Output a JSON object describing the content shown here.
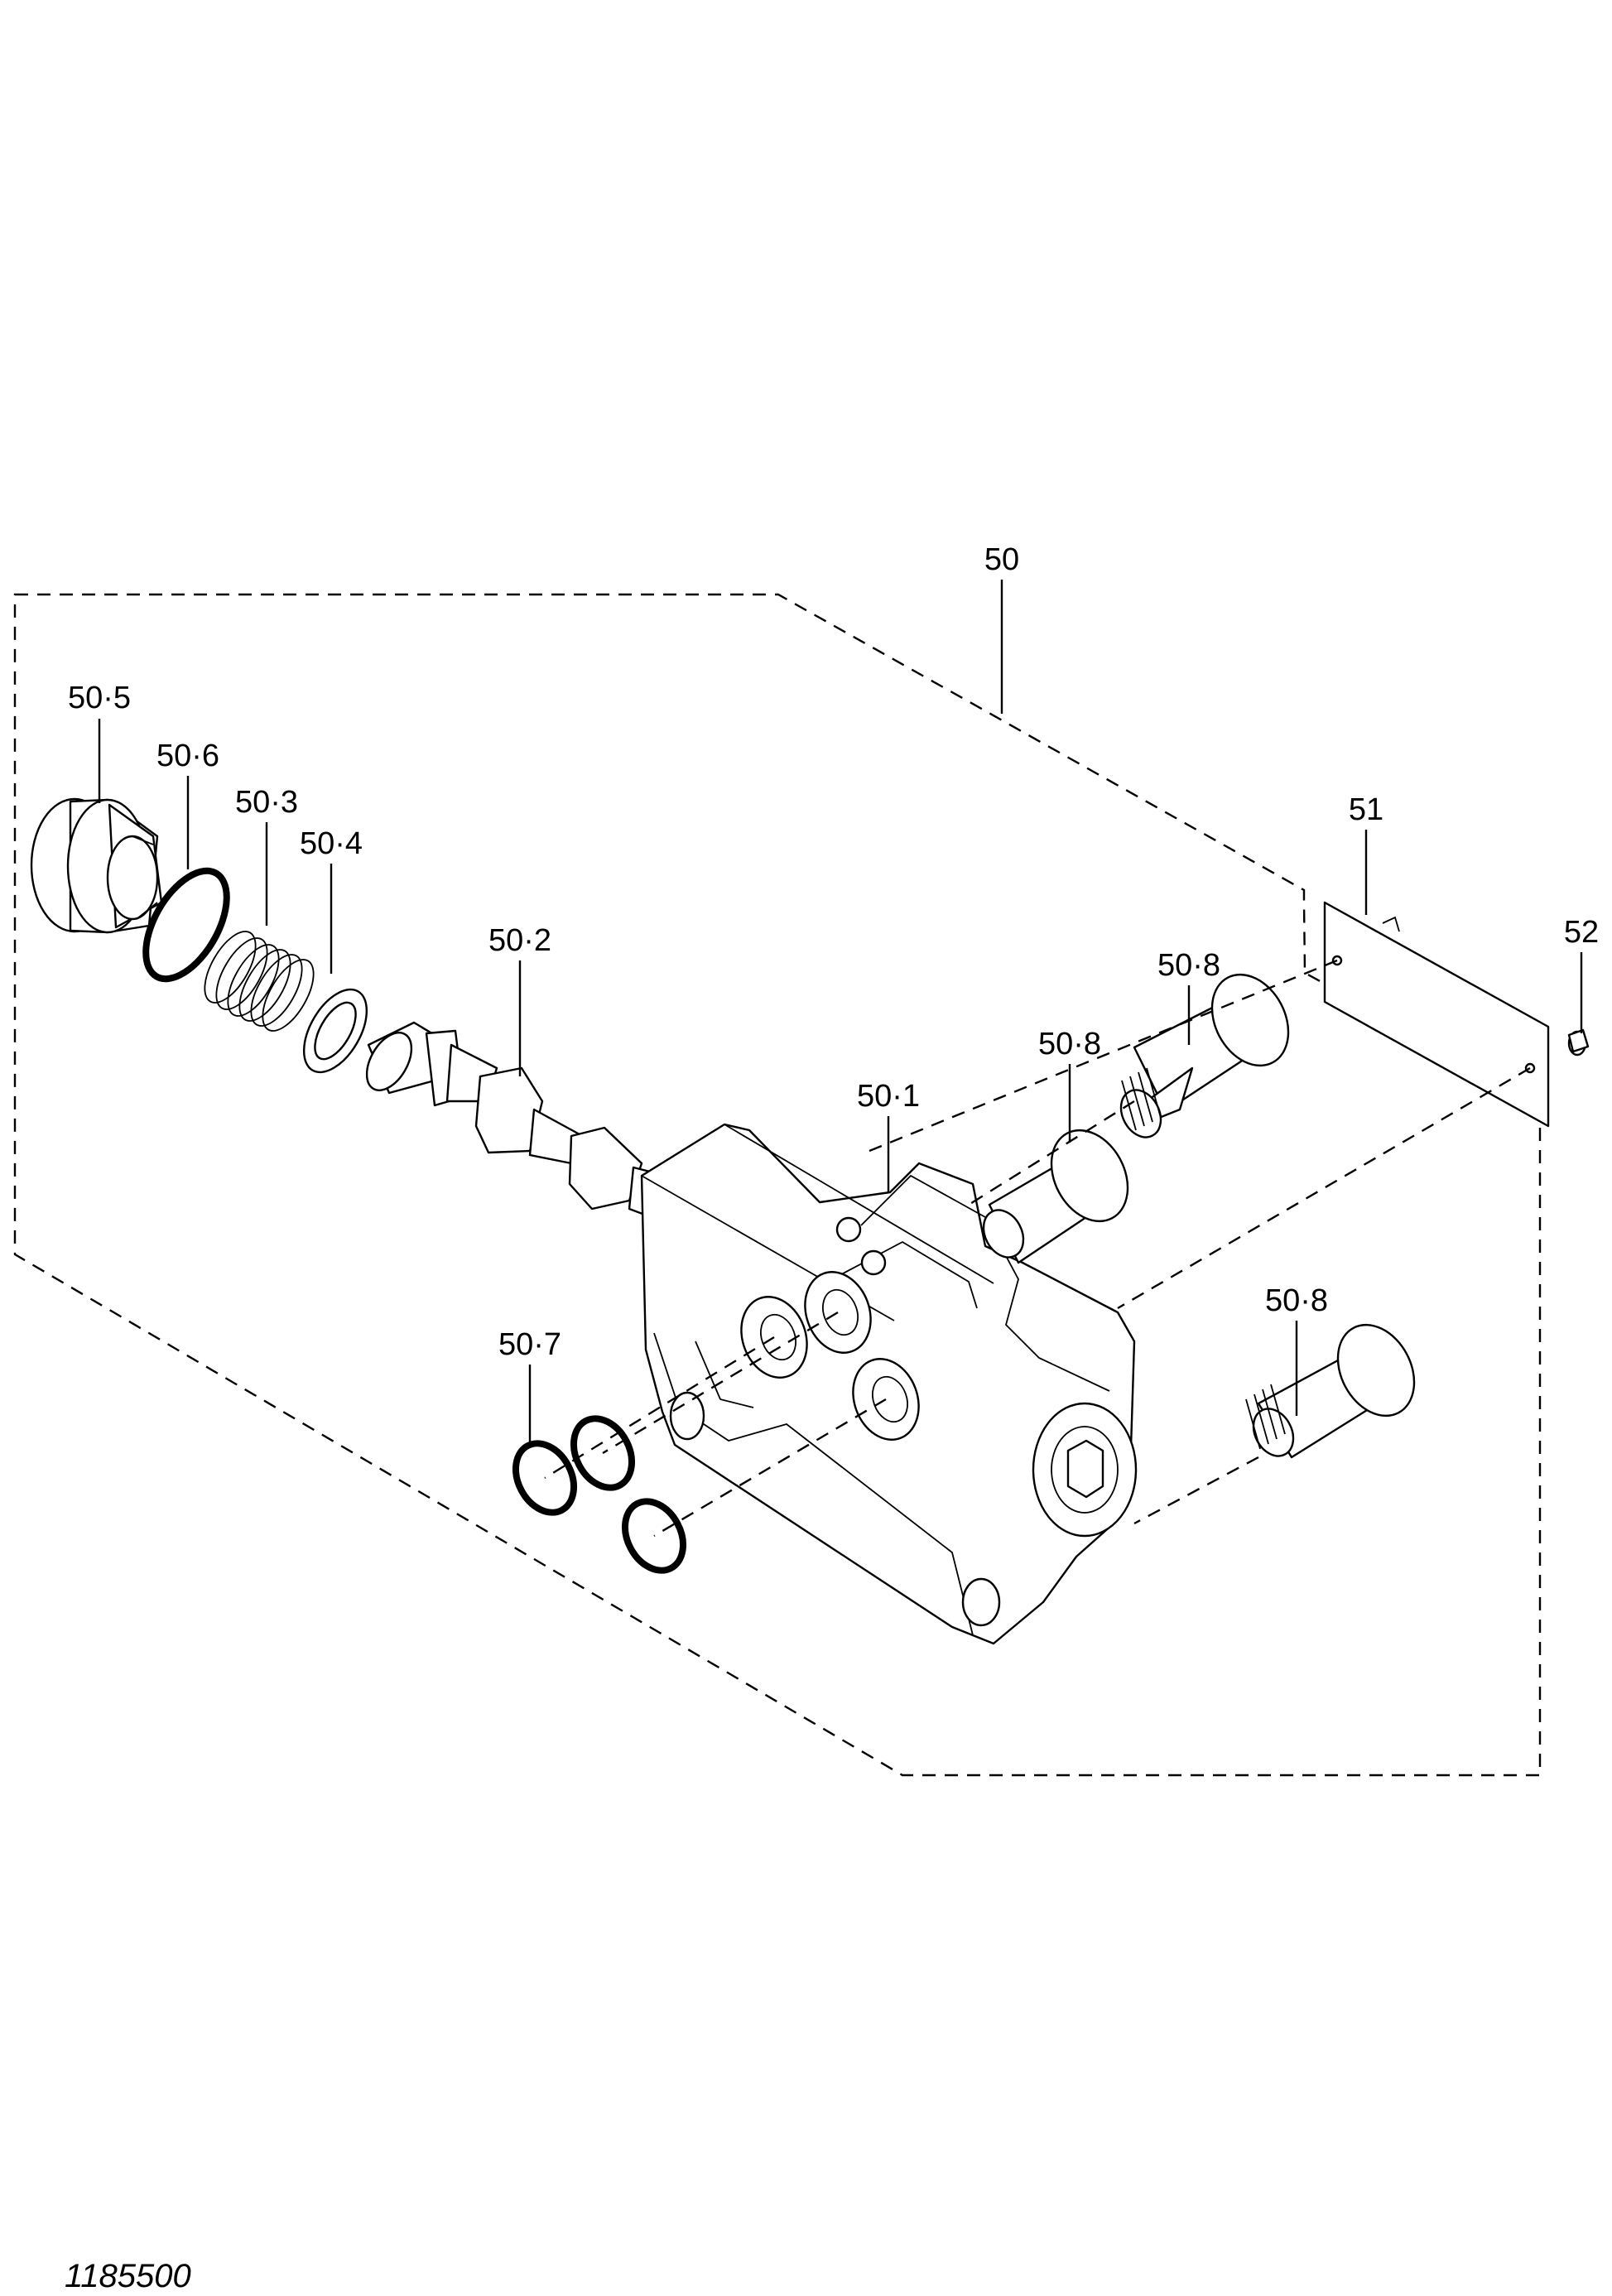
{
  "callouts": {
    "c50": "50",
    "c50_5": "50·5",
    "c50_6": "50·6",
    "c50_3": "50·3",
    "c50_4": "50·4",
    "c50_2": "50·2",
    "c50_1": "50·1",
    "c50_7": "50·7",
    "c50_8a": "50·8",
    "c50_8b": "50·8",
    "c50_8c": "50·8",
    "c51": "51",
    "c52": "52"
  },
  "drawing_number": "1185500",
  "colors": {
    "line": "#000000",
    "background": "#ffffff"
  }
}
